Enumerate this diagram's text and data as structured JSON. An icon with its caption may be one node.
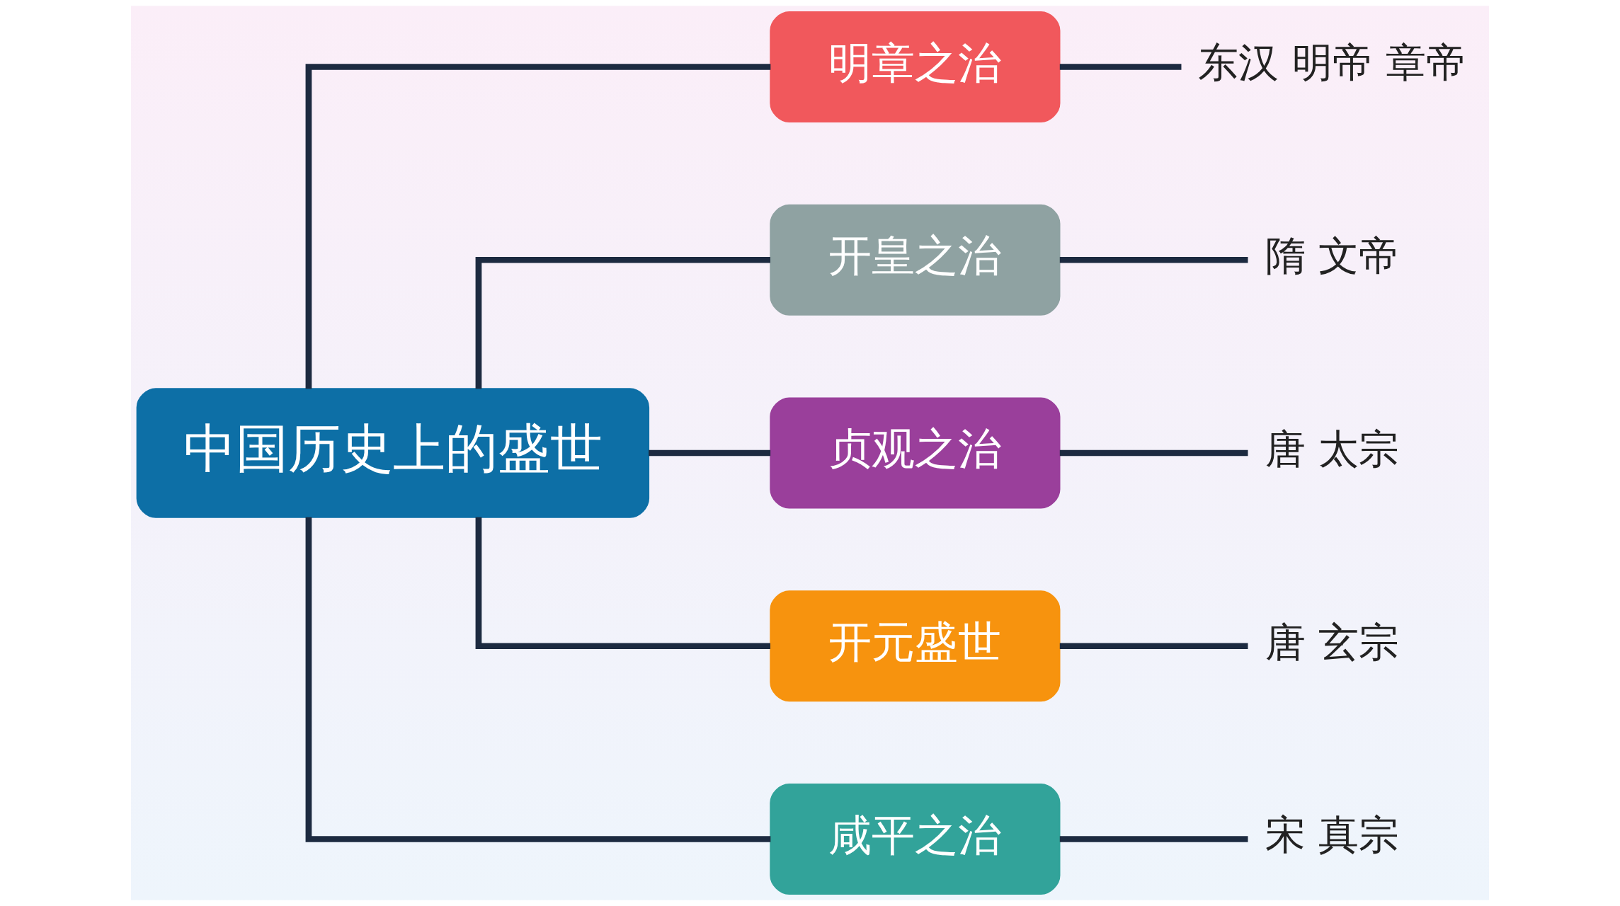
{
  "diagram": {
    "nodes": [
      {
        "text": [
          "中国历史上的盛世"
        ]
      },
      {
        "text": [
          "明章之治"
        ]
      },
      {
        "text": [
          "东汉 明帝 章帝"
        ]
      },
      {
        "text": [
          "开皇之治"
        ]
      },
      {
        "text": [
          "隋 文帝"
        ]
      },
      {
        "text": [
          "贞观之治"
        ]
      },
      {
        "text": [
          "唐 太宗"
        ]
      },
      {
        "text": [
          "开元盛世"
        ]
      },
      {
        "text": [
          "唐 玄宗"
        ]
      },
      {
        "text": [
          "咸平之治"
        ]
      },
      {
        "text": [
          "宋 真宗"
        ]
      }
    ],
    "edges": [
      {
        "from": 0,
        "to": 1,
        "arrow": "none"
      },
      {
        "from": 1,
        "to": 2,
        "arrow": "none"
      },
      {
        "from": 0,
        "to": 3,
        "arrow": "none"
      },
      {
        "from": 3,
        "to": 4,
        "arrow": "none"
      },
      {
        "from": 0,
        "to": 5,
        "arrow": "none"
      },
      {
        "from": 5,
        "to": 6,
        "arrow": "none"
      },
      {
        "from": 0,
        "to": 7,
        "arrow": "none"
      },
      {
        "from": 7,
        "to": 8,
        "arrow": "none"
      },
      {
        "from": 0,
        "to": 9,
        "arrow": "none"
      },
      {
        "from": 9,
        "to": 10,
        "arrow": "none"
      }
    ]
  }
}
